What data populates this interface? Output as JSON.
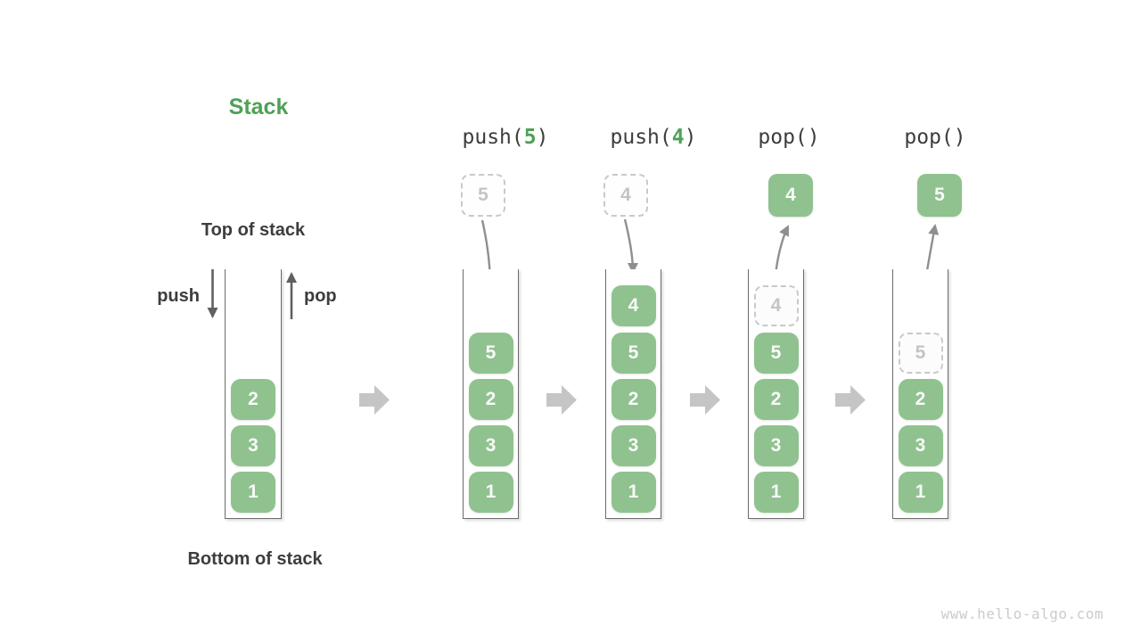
{
  "title": "Stack",
  "labels": {
    "top_of_stack": "Top of stack",
    "bottom_of_stack": "Bottom of stack",
    "push": "push",
    "pop": "pop"
  },
  "watermark": "www.hello-algo.com",
  "colors": {
    "cell_green": "#8FC28F",
    "accent_green": "#4EA155",
    "text_dark": "#3D3D3D",
    "cell_text": "#FAFAFA",
    "ghost_border": "#C9C9C9",
    "ghost_text": "#C4C4C4",
    "arrow_gray": "#8F8F8F",
    "arrow_dark": "#606060",
    "block_arrow": "#C5C5C5",
    "container_border": "#6B6B6B",
    "watermark_gray": "#CBCBCB"
  },
  "initial_stack": {
    "cells": [
      {
        "value": "2",
        "kind": "solid"
      },
      {
        "value": "3",
        "kind": "solid"
      },
      {
        "value": "1",
        "kind": "solid"
      }
    ]
  },
  "stages": [
    {
      "op": {
        "pre": "push(",
        "num": "5",
        "post": ")"
      },
      "top_box": {
        "value": "5",
        "kind": "incoming-ghost"
      },
      "cells": [
        {
          "value": "5",
          "kind": "solid"
        },
        {
          "value": "2",
          "kind": "solid"
        },
        {
          "value": "3",
          "kind": "solid"
        },
        {
          "value": "1",
          "kind": "solid"
        }
      ]
    },
    {
      "op": {
        "pre": "push(",
        "num": "4",
        "post": ")"
      },
      "top_box": {
        "value": "4",
        "kind": "incoming-ghost"
      },
      "cells": [
        {
          "value": "4",
          "kind": "solid"
        },
        {
          "value": "5",
          "kind": "solid"
        },
        {
          "value": "2",
          "kind": "solid"
        },
        {
          "value": "3",
          "kind": "solid"
        },
        {
          "value": "1",
          "kind": "solid"
        }
      ]
    },
    {
      "op": {
        "pre": "pop(",
        "num": "",
        "post": ")"
      },
      "top_box": {
        "value": "4",
        "kind": "popped-result"
      },
      "cells": [
        {
          "value": "4",
          "kind": "ghost"
        },
        {
          "value": "5",
          "kind": "solid"
        },
        {
          "value": "2",
          "kind": "solid"
        },
        {
          "value": "3",
          "kind": "solid"
        },
        {
          "value": "1",
          "kind": "solid"
        }
      ]
    },
    {
      "op": {
        "pre": "pop(",
        "num": "",
        "post": ")"
      },
      "top_box": {
        "value": "5",
        "kind": "popped-result"
      },
      "cells": [
        {
          "value": "5",
          "kind": "ghost"
        },
        {
          "value": "2",
          "kind": "solid"
        },
        {
          "value": "3",
          "kind": "solid"
        },
        {
          "value": "1",
          "kind": "solid"
        }
      ]
    }
  ]
}
